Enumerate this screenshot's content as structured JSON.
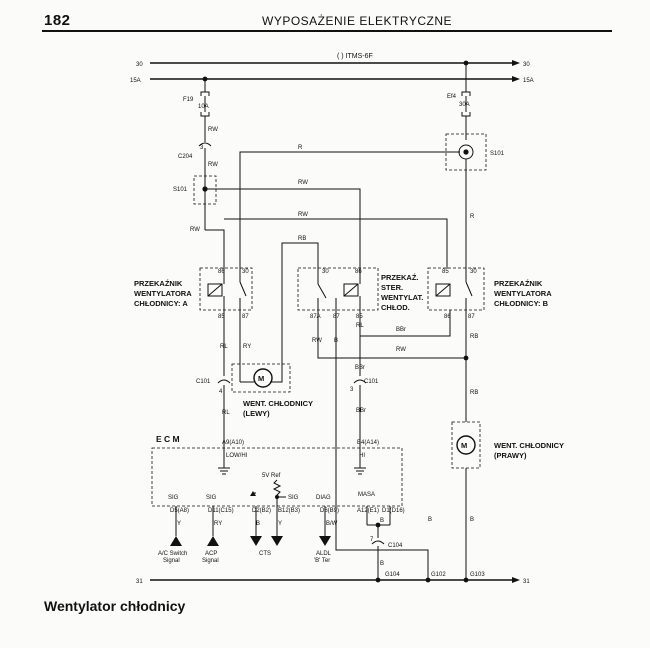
{
  "header": {
    "page_number": "182",
    "title": "WYPOSAŻENIE ELEKTRYCZNE"
  },
  "caption": "Wentylator chłodnicy",
  "diagram": {
    "block_title": "( ) ITMS-6F",
    "rails": {
      "r30": "30",
      "r15a": "15A",
      "r31": "31"
    },
    "fuses": {
      "f19": {
        "name": "F19",
        "rating": "10A"
      },
      "ef4": {
        "name": "Ef4",
        "rating": "30A"
      }
    },
    "connectors": {
      "c204": "C204",
      "c204_pin": "3",
      "s101": "S101",
      "c101": "C101",
      "c101_pin": "4",
      "c101b": "C101",
      "c101b_pin": "3",
      "c104": "C104",
      "c104_pin": "7"
    },
    "relays": {
      "a": {
        "label": [
          "PRZEKAŹNIK",
          "WENTYLATORA",
          "CHŁODNICY: A"
        ]
      },
      "ster": {
        "label": [
          "PRZEKAŹ.",
          "STER.",
          "WENTYLAT.",
          "CHŁOD."
        ]
      },
      "b": {
        "label": [
          "PRZEKAŹNIK",
          "WENTYLATORA",
          "CHŁODNICY: B"
        ]
      },
      "pins": {
        "p86": "86",
        "p30": "30",
        "p85": "85",
        "p87": "87",
        "p87a": "87A"
      }
    },
    "wire_colors": {
      "rw": "RW",
      "r": "R",
      "rb": "RB",
      "rl": "RL",
      "ry": "RY",
      "b": "B",
      "bbr": "BBr",
      "bw": "B/W",
      "y": "Y"
    },
    "motors": {
      "left": {
        "symbol": "M",
        "label": [
          "WENT. CHŁODNICY",
          "(LEWY)"
        ]
      },
      "right": {
        "symbol": "M",
        "label": [
          "WENT. CHŁODNICY",
          "(PRAWY)"
        ]
      }
    },
    "ecm": {
      "title": "E C M",
      "pin_a9": "A9(A10)",
      "pin_a9_sig": "LOW/HI",
      "pin_b4": "B4(A14)",
      "pin_b4_sig": "HI",
      "ref5v": "5V Ref",
      "sig1": "SIG",
      "sig2": "SIG",
      "sig3": "SIG",
      "diag": "DIAG",
      "masa": "MASA",
      "pin_d5": "D5(A8)",
      "pin_d11": "D11(C15)",
      "pin_d2": "D2(B2)",
      "pin_b12": "B12(B3)",
      "pin_d6": "D6(B9)",
      "pin_a12": "A12(E1)",
      "pin_d1": "D1(D16)"
    },
    "sensors": {
      "ac": [
        "A/C Switch",
        "Signal"
      ],
      "acp": [
        "ACP",
        "Signal"
      ],
      "cts": "CTS",
      "aldl": [
        "ALDL",
        "'B' Ter"
      ]
    },
    "grounds": {
      "g104": "G104",
      "g102": "G102",
      "g103": "G103"
    }
  }
}
